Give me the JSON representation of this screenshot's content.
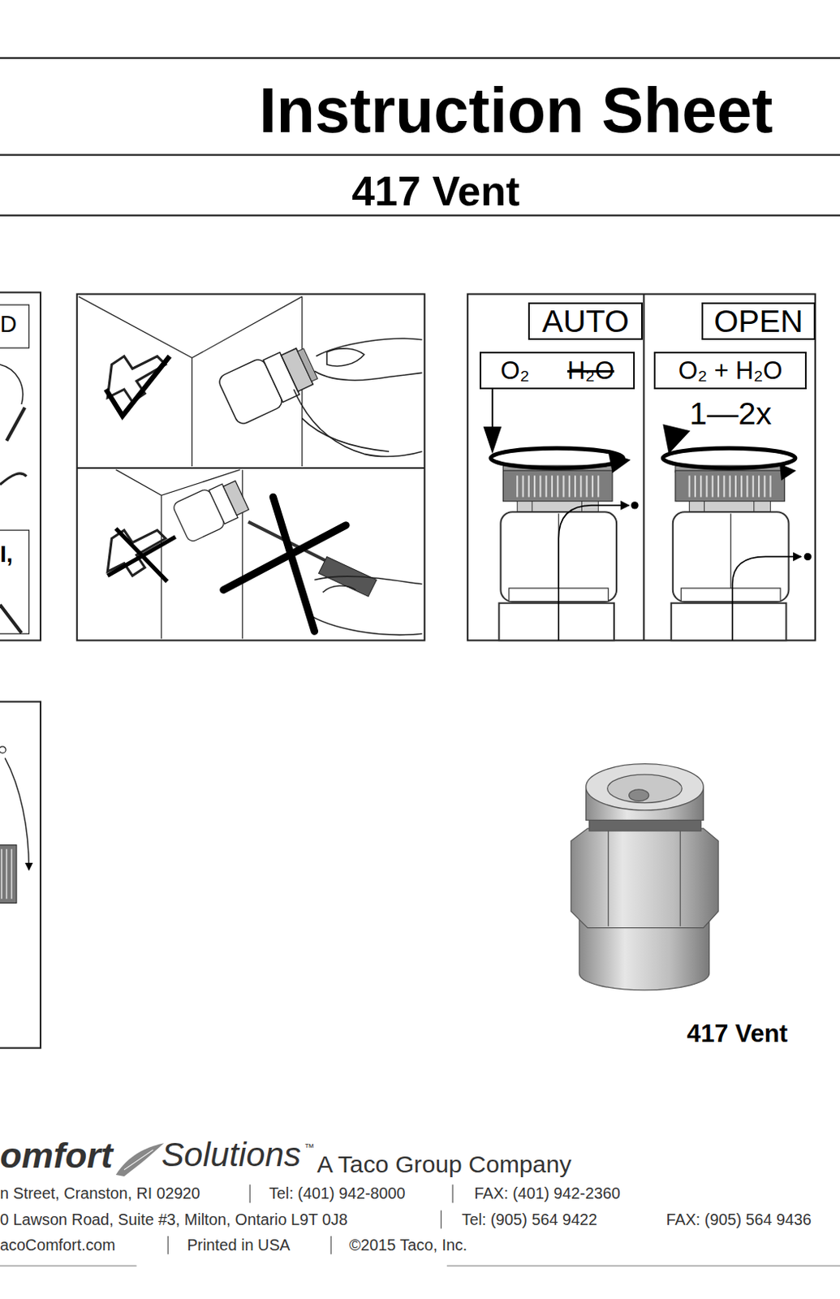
{
  "diagram": {
    "title": "Instruction Sheet",
    "nodes": [
      {
        "text": [
          "AUTO"
        ]
      },
      {
        "text": [
          "O₂",
          "H₂O"
        ]
      },
      {
        "text": [
          "OPEN"
        ]
      },
      {
        "text": [
          "O₂ + H₂O"
        ]
      }
    ],
    "labels": [
      "417 Vent",
      "D",
      "1—2x",
      "I,",
      "417 Vent",
      "omfort",
      "Solutions",
      "™",
      "A Taco Group Company",
      "n Street, Cranston, RI 02920",
      "Tel: (401) 942-8000",
      "FAX: (401) 942-2360",
      "0 Lawson Road, Suite #3, Milton, Ontario L9T 0J8",
      "Tel: (905) 564 9422",
      "FAX: (905) 564 9436",
      "acoComfort.com",
      "Printed in USA",
      "©2015 Taco, Inc."
    ]
  }
}
